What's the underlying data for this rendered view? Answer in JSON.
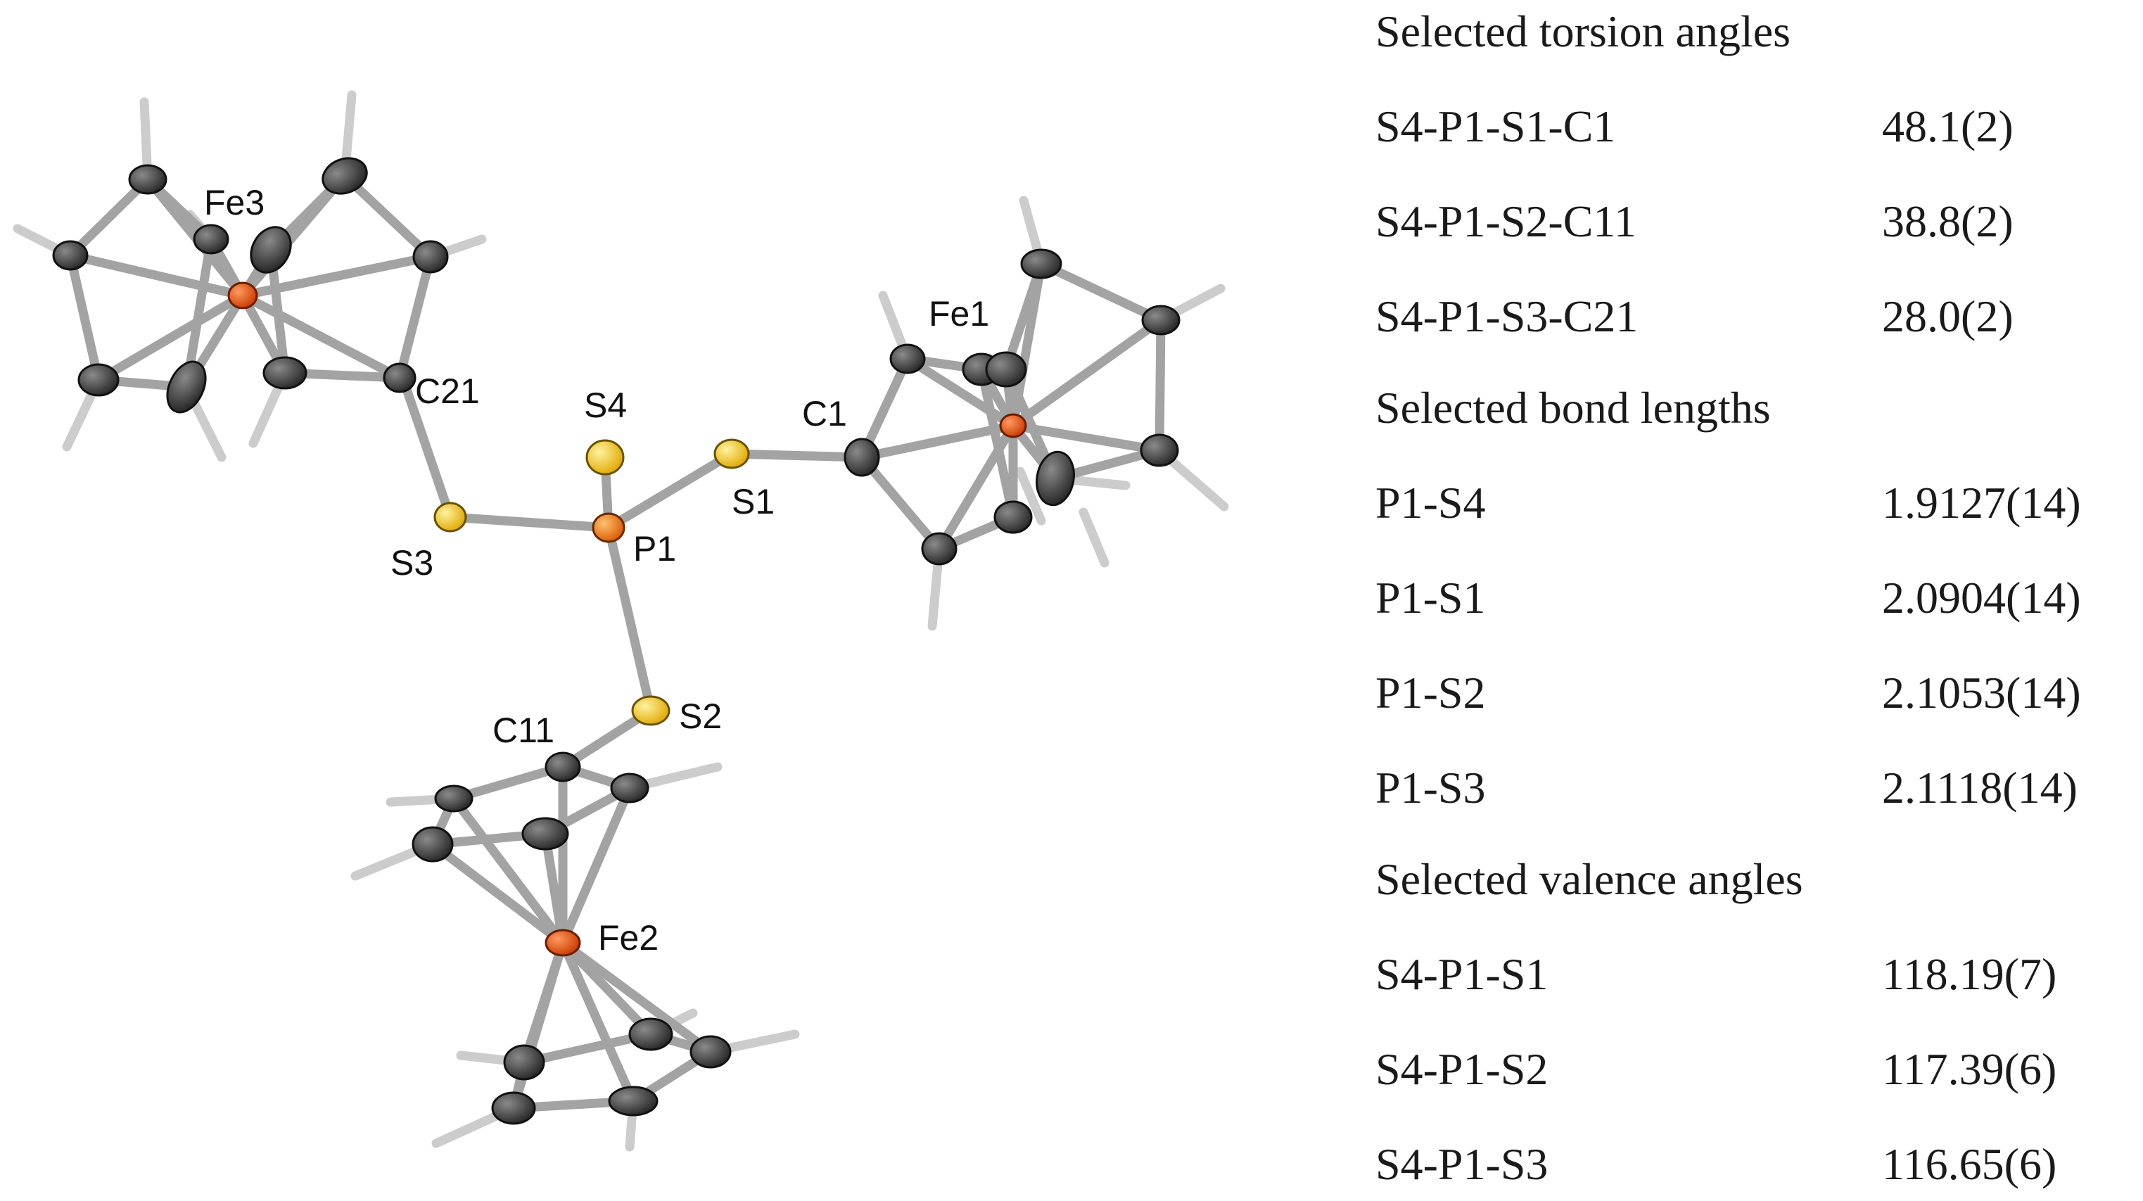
{
  "figure": {
    "atom_labels": {
      "Fe1": "Fe1",
      "Fe2": "Fe2",
      "Fe3": "Fe3",
      "P1": "P1",
      "S1": "S1",
      "S2": "S2",
      "S3": "S3",
      "S4": "S4",
      "C1": "C1",
      "C11": "C11",
      "C21": "C21"
    },
    "colors": {
      "iron": "#e0521a",
      "phosphorus": "#ee7a12",
      "sulfur": "#f4c21a",
      "carbon": "#3a3a3a",
      "bond": "#a3a3a3",
      "hydrogen_bond": "#c8c8c8"
    }
  },
  "table": {
    "sections": [
      {
        "heading": "Selected torsion angles",
        "rows": [
          {
            "param": "S4-P1-S1-C1",
            "value": "48.1(2)"
          },
          {
            "param": "S4-P1-S2-C11",
            "value": "38.8(2)"
          },
          {
            "param": "S4-P1-S3-C21",
            "value": "28.0(2)"
          }
        ]
      },
      {
        "heading": "Selected bond lengths",
        "rows": [
          {
            "param": "P1-S4",
            "value": "1.9127(14)"
          },
          {
            "param": "P1-S1",
            "value": "2.0904(14)"
          },
          {
            "param": "P1-S2",
            "value": "2.1053(14)"
          },
          {
            "param": "P1-S3",
            "value": "2.1118(14)"
          }
        ]
      },
      {
        "heading": "Selected valence angles",
        "rows": [
          {
            "param": "S4-P1-S1",
            "value": "118.19(7)"
          },
          {
            "param": "S4-P1-S2",
            "value": "117.39(6)"
          },
          {
            "param": "S4-P1-S3",
            "value": "116.65(6)"
          }
        ]
      }
    ]
  }
}
